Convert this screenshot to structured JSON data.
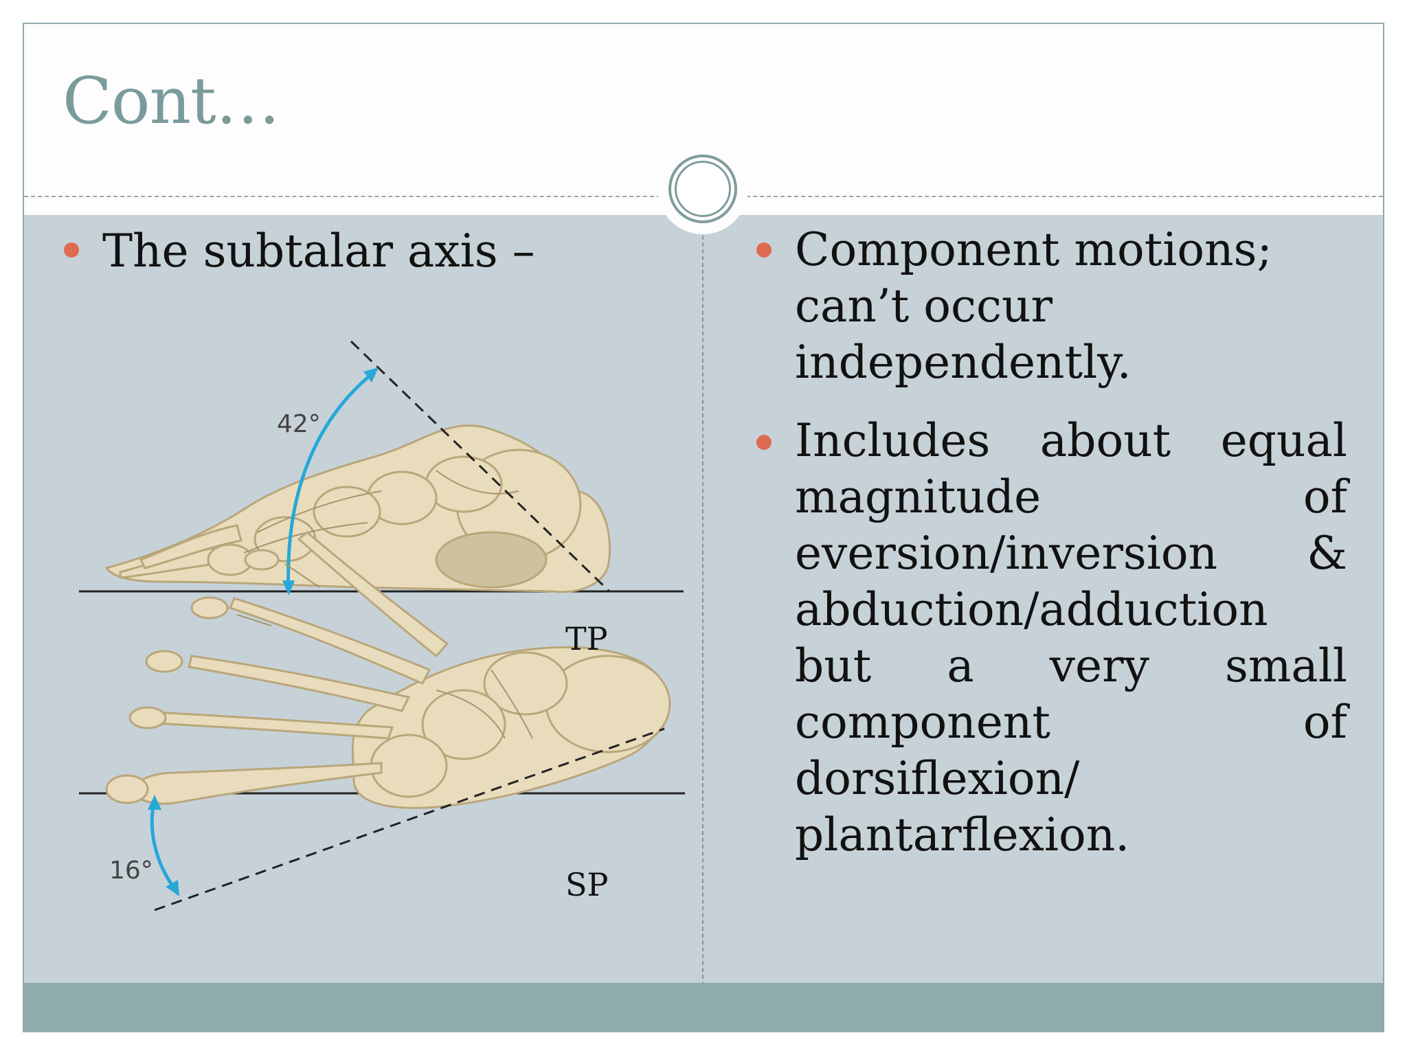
{
  "slide": {
    "title": "Cont…",
    "colors": {
      "accent": "#de6a52",
      "title": "#7b9b9b",
      "content_bg": "#c7d2d8",
      "footer": "#8fabac"
    }
  },
  "left": {
    "bullet": "The subtalar axis –",
    "figure": {
      "angle_top": "42°",
      "angle_bottom": "16°",
      "label_tp": "TP",
      "label_sp": "SP"
    }
  },
  "right": {
    "bullets": [
      "Component motions; can’t occur independently.",
      "Includes about equal magnitude of eversion/inversion & abduction/adduction but a very small component of dorsiflexion/ plantarflexion."
    ]
  }
}
